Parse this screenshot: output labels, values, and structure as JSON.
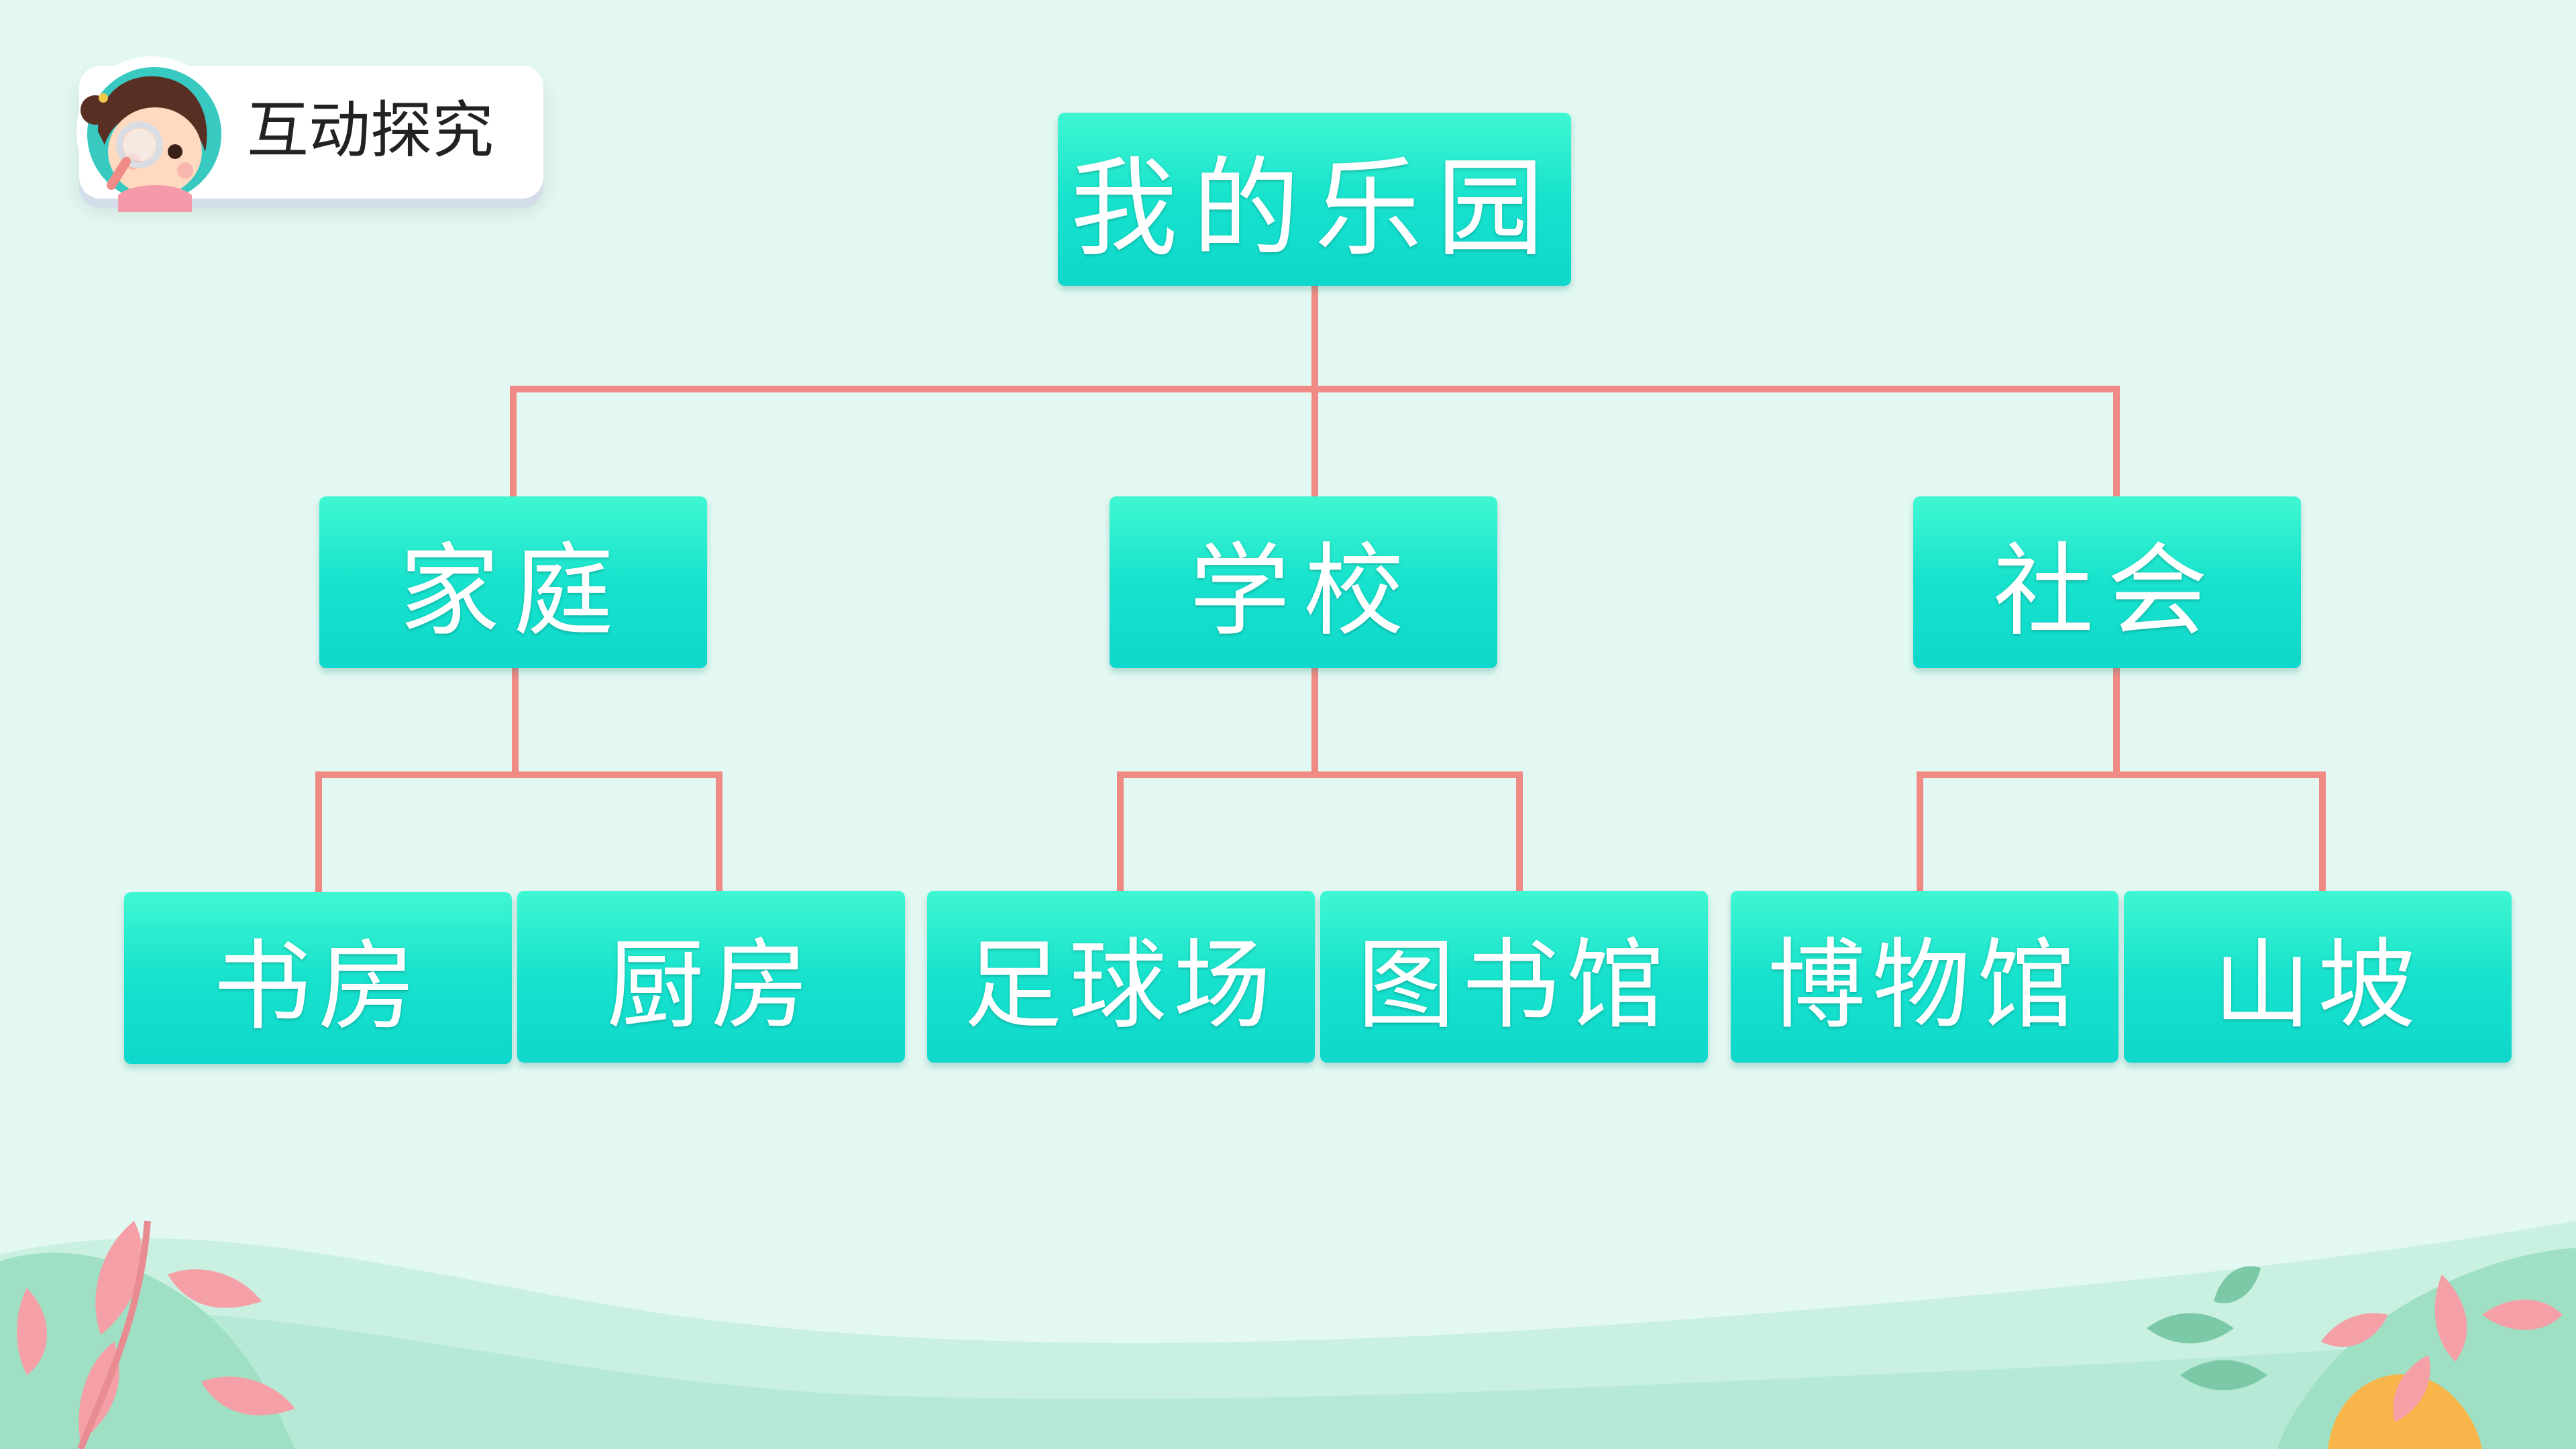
{
  "badge": {
    "label": "互动探究",
    "avatar_icon": "girl-with-magnifier-icon"
  },
  "diagram": {
    "root": "我的乐园",
    "categories": [
      {
        "label": "家庭",
        "children": [
          "书房",
          "厨房"
        ]
      },
      {
        "label": "学校",
        "children": [
          "足球场",
          "图书馆"
        ]
      },
      {
        "label": "社会",
        "children": [
          "博物馆",
          "山坡"
        ]
      }
    ]
  },
  "colors": {
    "background": "#e3f8f2",
    "node_fill": "#1be6cd",
    "connector": "#f08a84",
    "node_text": "#ffffff"
  }
}
